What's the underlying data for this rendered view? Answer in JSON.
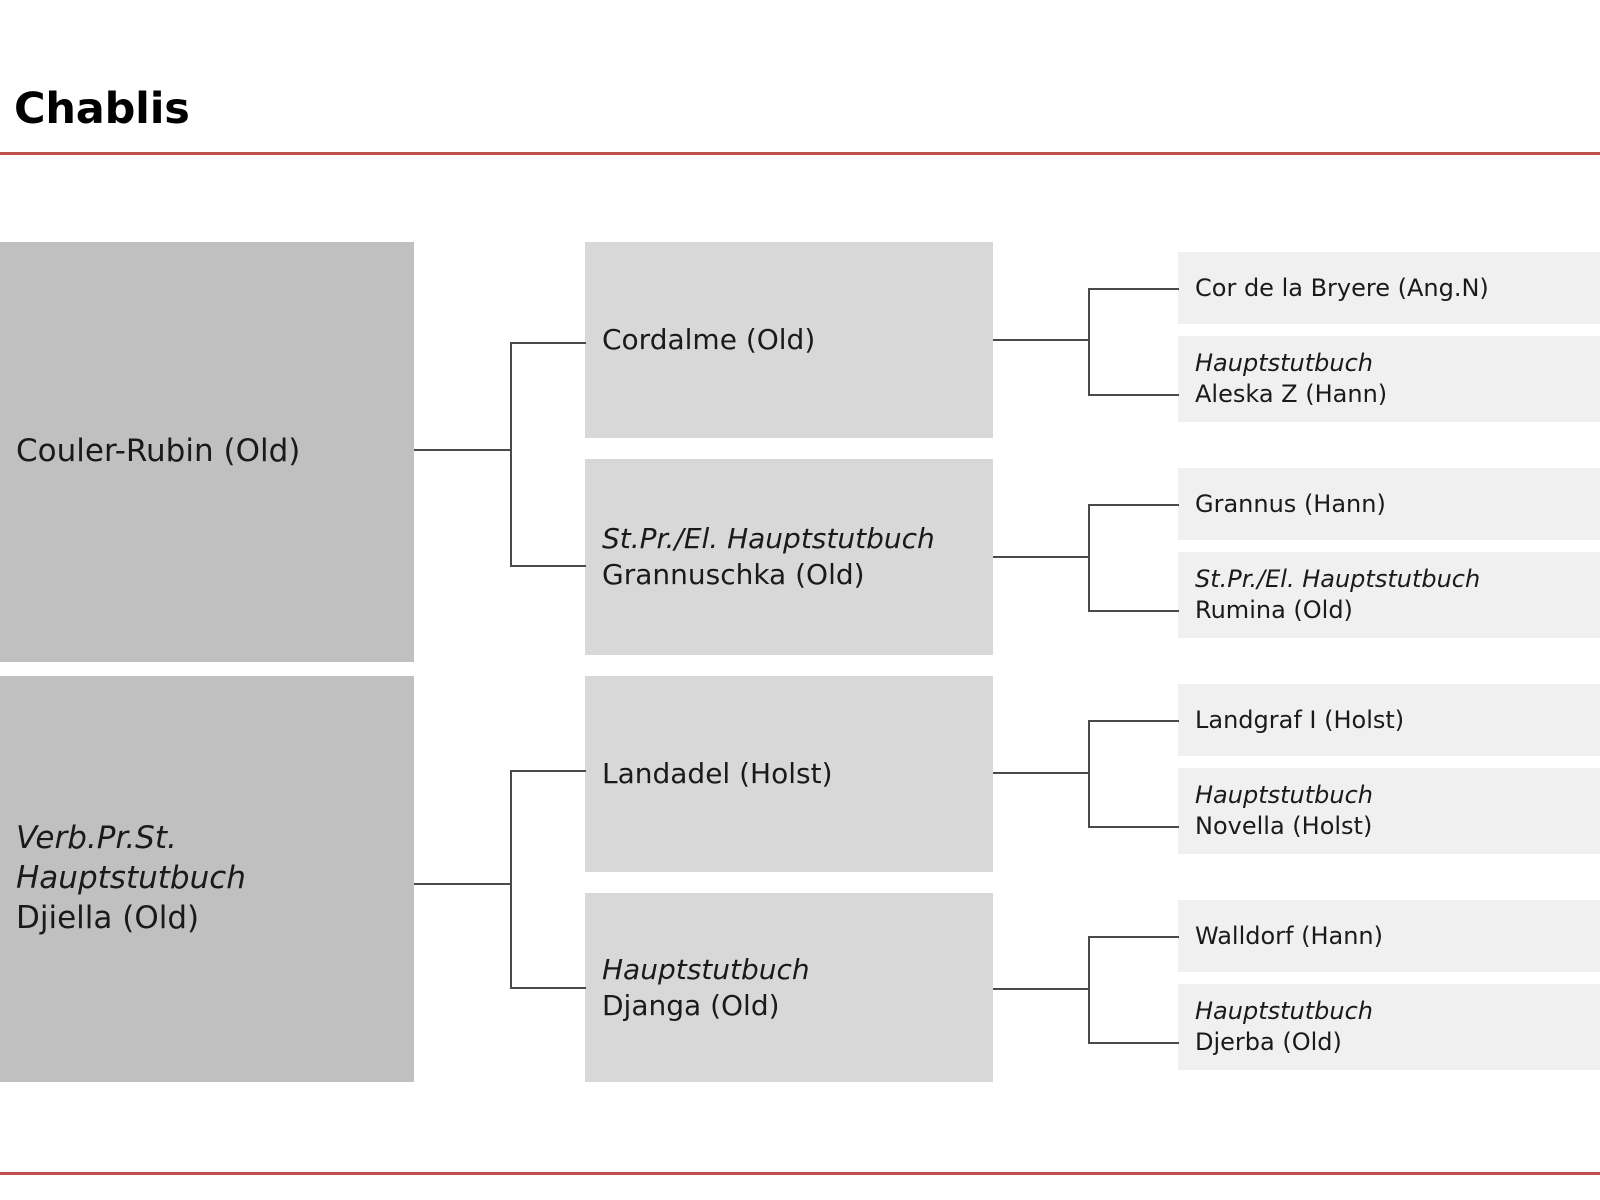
{
  "header": {
    "title": "Chablis",
    "accent_color": "#c0504d"
  },
  "palette": {
    "generation1_bg": "#c0c0c0",
    "generation2_bg": "#d8d8d8",
    "generation3_bg": "#f0f0f0",
    "connector_color": "#4a4a4a",
    "text_color": "#1a1a1a"
  },
  "pedigree": {
    "subject": "Chablis",
    "generation1": [
      {
        "id": "sire",
        "prefix": "",
        "name": "Couler-Rubin (Old)"
      },
      {
        "id": "dam",
        "prefix": "Verb.Pr.St. Hauptstutbuch",
        "name": "Djiella (Old)"
      }
    ],
    "generation2": [
      {
        "id": "sire-sire",
        "prefix": "",
        "name": "Cordalme (Old)"
      },
      {
        "id": "sire-dam",
        "prefix": "St.Pr./El. Hauptstutbuch",
        "name": "Grannuschka (Old)"
      },
      {
        "id": "dam-sire",
        "prefix": "",
        "name": "Landadel (Holst)"
      },
      {
        "id": "dam-dam",
        "prefix": "Hauptstutbuch",
        "name": "Djanga (Old)"
      }
    ],
    "generation3": [
      {
        "id": "sire-sire-sire",
        "prefix": "",
        "name": "Cor de la Bryere (Ang.N)"
      },
      {
        "id": "sire-sire-dam",
        "prefix": "Hauptstutbuch",
        "name": "Aleska Z (Hann)"
      },
      {
        "id": "sire-dam-sire",
        "prefix": "",
        "name": "Grannus (Hann)"
      },
      {
        "id": "sire-dam-dam",
        "prefix": "St.Pr./El. Hauptstutbuch",
        "name": "Rumina (Old)"
      },
      {
        "id": "dam-sire-sire",
        "prefix": "",
        "name": "Landgraf I (Holst)"
      },
      {
        "id": "dam-sire-dam",
        "prefix": "Hauptstutbuch",
        "name": "Novella  (Holst)"
      },
      {
        "id": "dam-dam-sire",
        "prefix": "",
        "name": "Walldorf (Hann)"
      },
      {
        "id": "dam-dam-dam",
        "prefix": "Hauptstutbuch",
        "name": "Djerba (Old)"
      }
    ]
  }
}
